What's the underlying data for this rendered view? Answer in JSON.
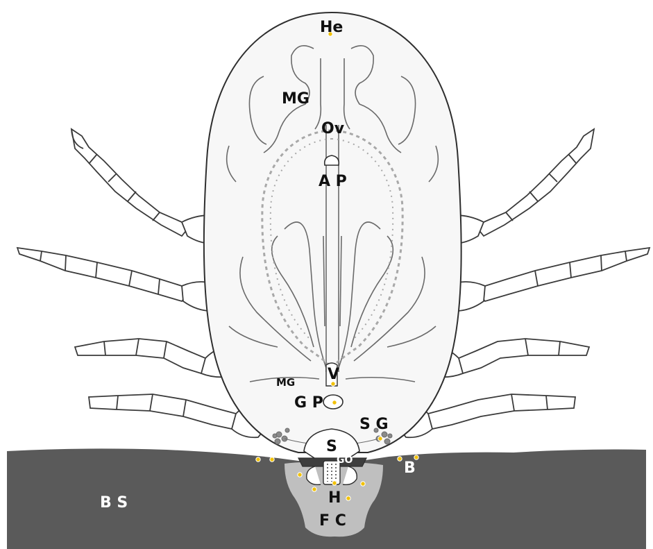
{
  "labels": {
    "he": "He",
    "mg_upper": "MG",
    "ov": "Ov",
    "ap": "A P",
    "v": "V",
    "mg_lower": "MG",
    "gp": "G P",
    "sg": "S G",
    "s": "S",
    "go": "GO",
    "b": "B",
    "h": "H",
    "bs": "B S",
    "fc": "F C"
  },
  "colors": {
    "skin": "#5a5a5a",
    "feeding_cavity": "#bfbfbf",
    "marker": "#f2c20a",
    "body_fill": "#f7f7f7",
    "outline": "#3a3a3a",
    "organs": "#666666",
    "ovary": "#a8a8a8"
  }
}
